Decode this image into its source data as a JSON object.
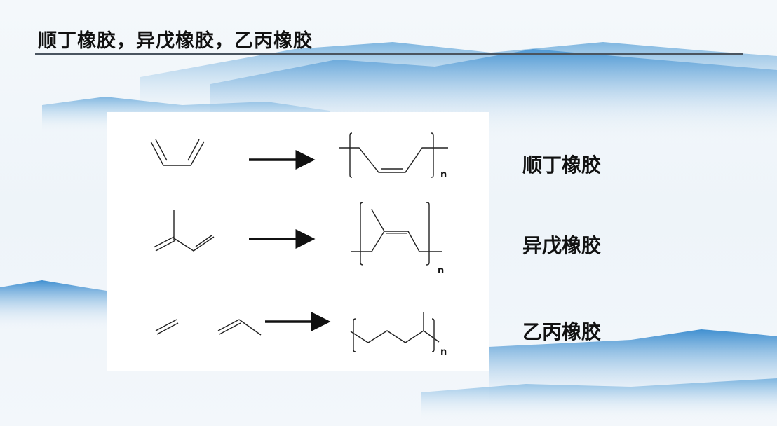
{
  "title": "顺丁橡胶，异戊橡胶，乙丙橡胶",
  "rows": [
    {
      "label": "顺丁橡胶",
      "subscript": "n"
    },
    {
      "label": "异戊橡胶",
      "subscript": "n"
    },
    {
      "label": "乙丙橡胶",
      "subscript": "n"
    }
  ],
  "colors": {
    "mountain": "#3f8fd0",
    "text": "#111111"
  }
}
